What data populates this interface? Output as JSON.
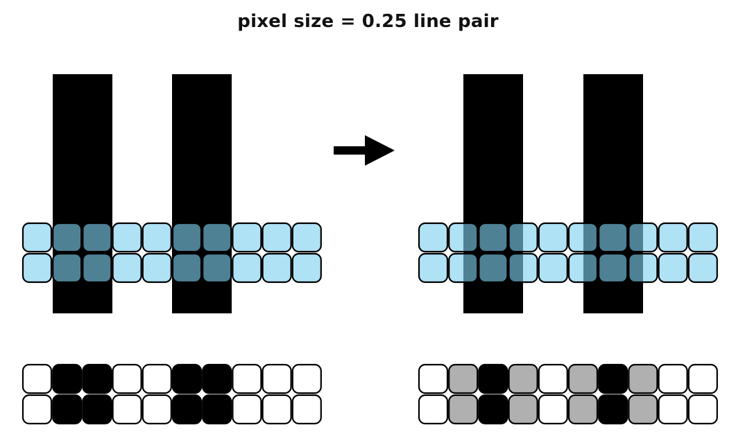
{
  "title": "pixel size = 0.25 line pair",
  "colors": {
    "bar": "#000000",
    "pixel_fill": "#7fd0f0",
    "pixel_stroke": "#000000",
    "output_white": "#ffffff",
    "output_gray": "#b0b0b0",
    "output_black": "#000000",
    "arrow": "#000000"
  },
  "icons": {
    "arrow": "arrow-right-icon"
  },
  "left_panel": {
    "pixel_rows": 2,
    "pixel_columns": 10,
    "output_levels": [
      "white",
      "black",
      "black",
      "white",
      "white",
      "black",
      "black",
      "white",
      "white",
      "white"
    ]
  },
  "right_panel": {
    "pixel_rows": 2,
    "pixel_columns": 10,
    "output_levels": [
      "white",
      "gray",
      "black",
      "gray",
      "white",
      "gray",
      "black",
      "gray",
      "white",
      "white"
    ]
  }
}
